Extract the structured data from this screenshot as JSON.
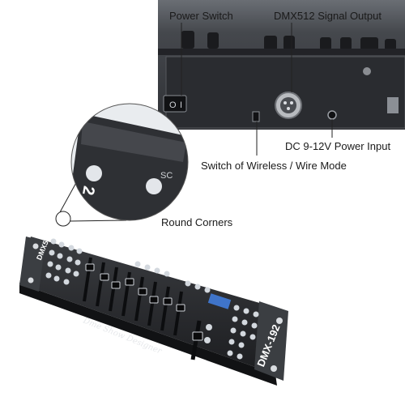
{
  "labels": {
    "power_switch": "Power Switch",
    "signal_output": "DMX512 Signal Output",
    "power_input": "DC 9-12V Power Input",
    "wireless_switch": "Switch of Wireless / Wire Mode",
    "round_corners": "Round Corners"
  },
  "device": {
    "model": "DMX-192",
    "brand": "DMX512",
    "script_text": "Dme Show Designer",
    "zoom_text_number": "2",
    "zoom_text_label": "SC"
  },
  "colors": {
    "panel": "#2b2d31",
    "panel_dark": "#17181b",
    "rear_panel": "#3a3d42",
    "button": "#d8dde3",
    "lcd": "#3f74c9"
  }
}
